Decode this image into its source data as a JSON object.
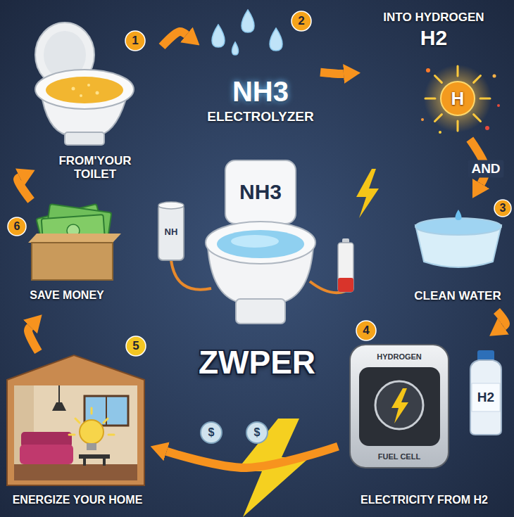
{
  "diagram": {
    "title": "ZWPER",
    "nodes": [
      {
        "text": [
          "FROM'YOUR TOILET"
        ]
      },
      {
        "text": [
          "NH3",
          "ELECTROLYZER"
        ]
      },
      {
        "text": [
          "INTO HYDROGEN",
          "H2"
        ]
      },
      {
        "text": [
          "CLEAN WATER"
        ]
      },
      {
        "text": [
          "ELECTRICITY FROM H2"
        ]
      },
      {
        "text": [
          "ENERGIZE YOUR HOME"
        ]
      },
      {
        "text": [
          "SAVE MONEY"
        ]
      }
    ],
    "edges": [
      {
        "from": 0,
        "to": 1,
        "arrow": "to"
      },
      {
        "from": 1,
        "to": 2,
        "arrow": "to"
      },
      {
        "from": 2,
        "to": 3,
        "label": "AND",
        "arrow": "to"
      },
      {
        "from": 3,
        "to": 4,
        "arrow": "to"
      },
      {
        "from": 4,
        "to": 5,
        "arrow": "to"
      },
      {
        "from": 5,
        "to": 6,
        "arrow": "to"
      },
      {
        "from": 6,
        "to": 0,
        "arrow": "to"
      }
    ],
    "labels": [
      "1",
      "2",
      "3",
      "4",
      "5",
      "6",
      "H",
      "NH3",
      "NH",
      "HYDROGEN",
      "FUEL CELL",
      "H2",
      "$",
      "$"
    ]
  }
}
